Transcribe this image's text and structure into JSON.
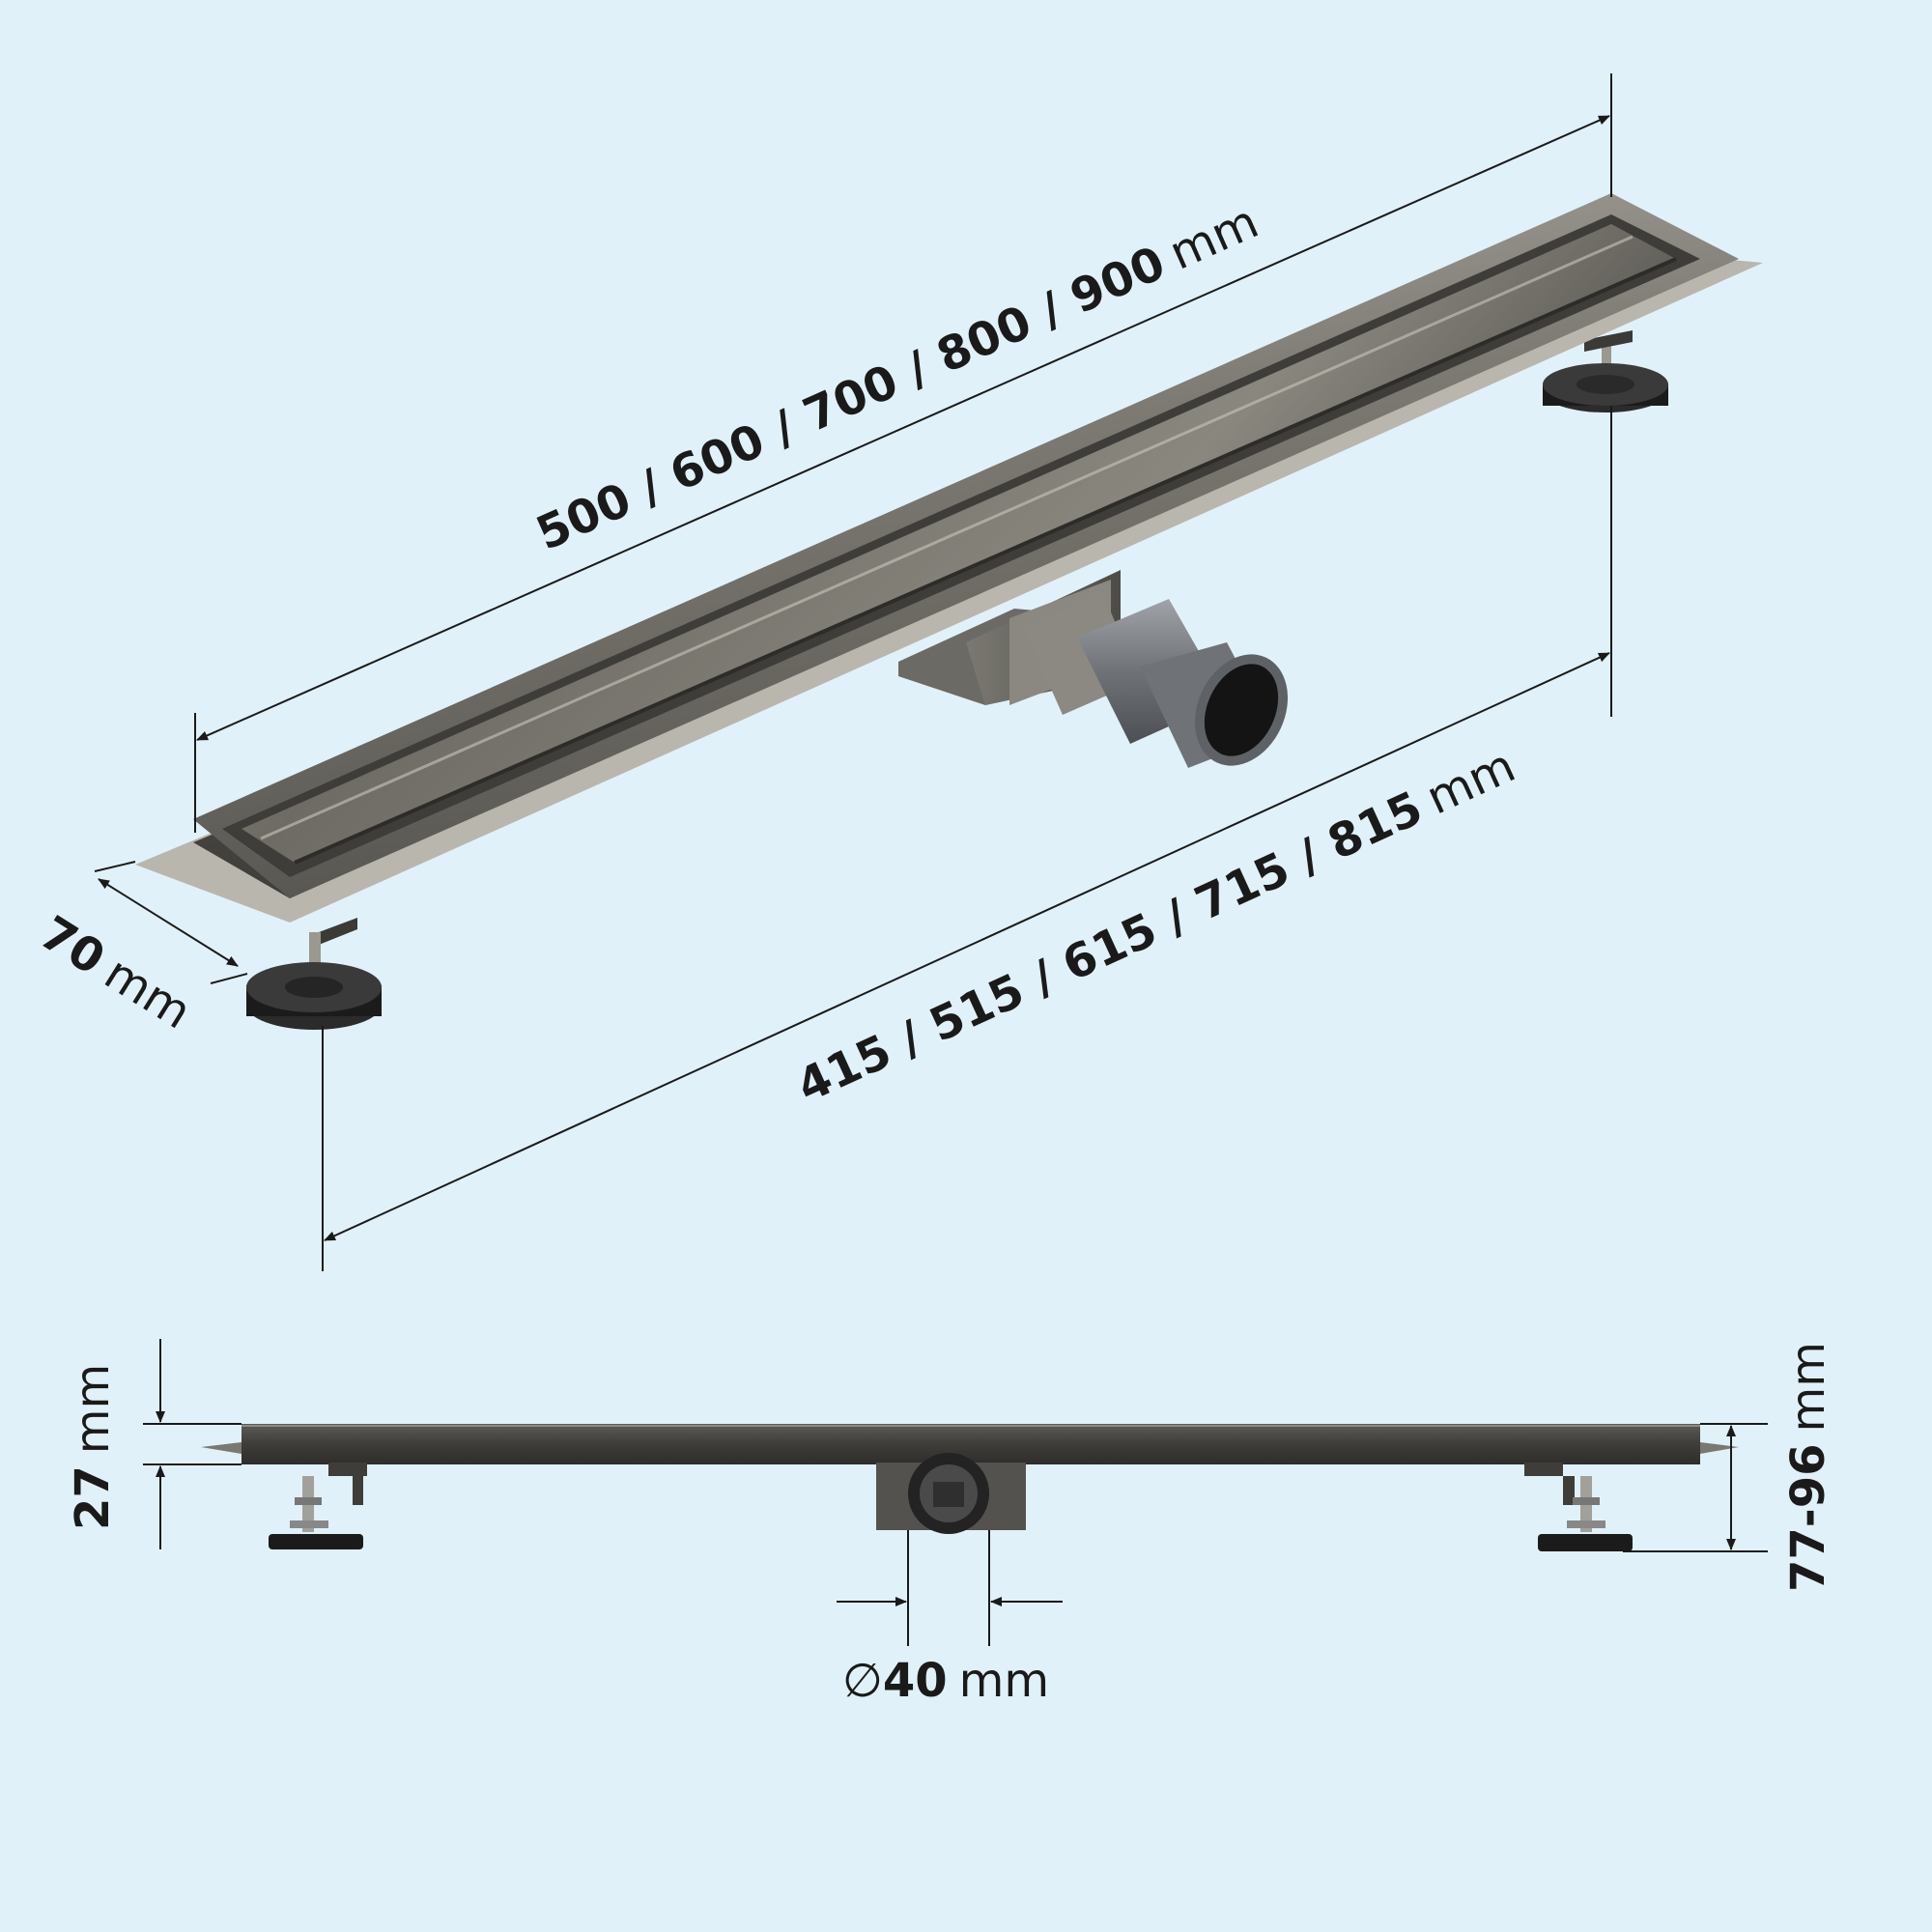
{
  "colors": {
    "background": "#e1f1f9",
    "dimension_line": "#1a1a1a",
    "steel_light": "#8f8c85",
    "steel_dark": "#3a3936",
    "pipe_grey": "#7c8085",
    "foot_black": "#1b1b1b"
  },
  "dimensions": {
    "total_length": {
      "value": "500 / 600 / 700 / 800 / 900",
      "unit": "mm"
    },
    "channel_length": {
      "value": "415 / 515 / 615 / 715 / 815",
      "unit": "mm"
    },
    "width": {
      "value": "70",
      "unit": "mm"
    },
    "channel_height": {
      "value": "27",
      "unit": "mm"
    },
    "adjustable_height": {
      "value": "77-96",
      "unit": "mm"
    },
    "outlet_diameter": {
      "symbol": "∅",
      "value": "40",
      "unit": "mm"
    }
  },
  "icons": [
    "arrow-icon",
    "leveling-foot-icon",
    "outlet-pipe-icon"
  ]
}
